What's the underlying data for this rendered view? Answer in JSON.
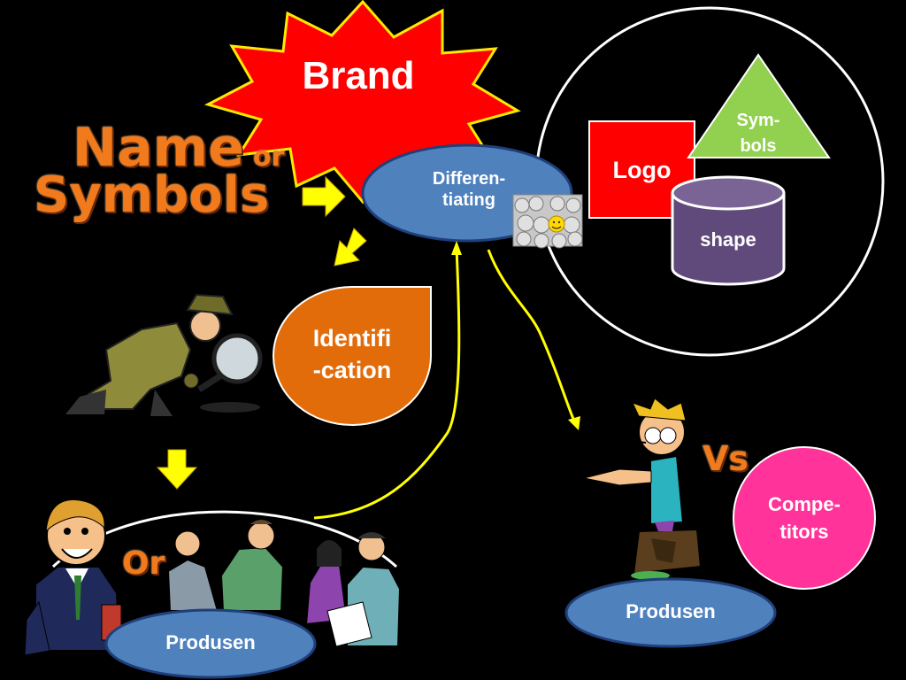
{
  "slide": {
    "brand": "Brand",
    "name_word": "Name",
    "or_word": "or",
    "symbols_word": "Symbols",
    "differentiating": "Differen-\ntiating",
    "identification": "Identifi\n-cation",
    "logo": "Logo",
    "symbols_triangle": "Sym-\nbols",
    "shape": "shape",
    "or_left": "Or",
    "vs": "Vs",
    "competitors": "Compe-\ntitors",
    "produsen_left": "Produsen",
    "produsen_right": "Produsen"
  },
  "colors": {
    "background": "#000000",
    "brand_burst": "#ff0000",
    "burst_outline": "#ffe800",
    "bubble_blue": "#4f81bd",
    "bubble_outline": "#1f3f7a",
    "orange": "#e36c0a",
    "logo_red": "#ff0000",
    "triangle_green": "#92d050",
    "cylinder_purple": "#604a7b",
    "pink": "#ff3399",
    "arrow_yellow": "#ffff00",
    "connector_yellow": "#ffff00",
    "text_orange": "#f07a1c"
  },
  "icons": [
    "arrow-right-icon",
    "arrow-down-left-icon",
    "arrow-down-icon",
    "smiley-crowd-icon",
    "detective-clipart",
    "businessman-clipart",
    "business-group-clipart",
    "presenter-clipart"
  ]
}
